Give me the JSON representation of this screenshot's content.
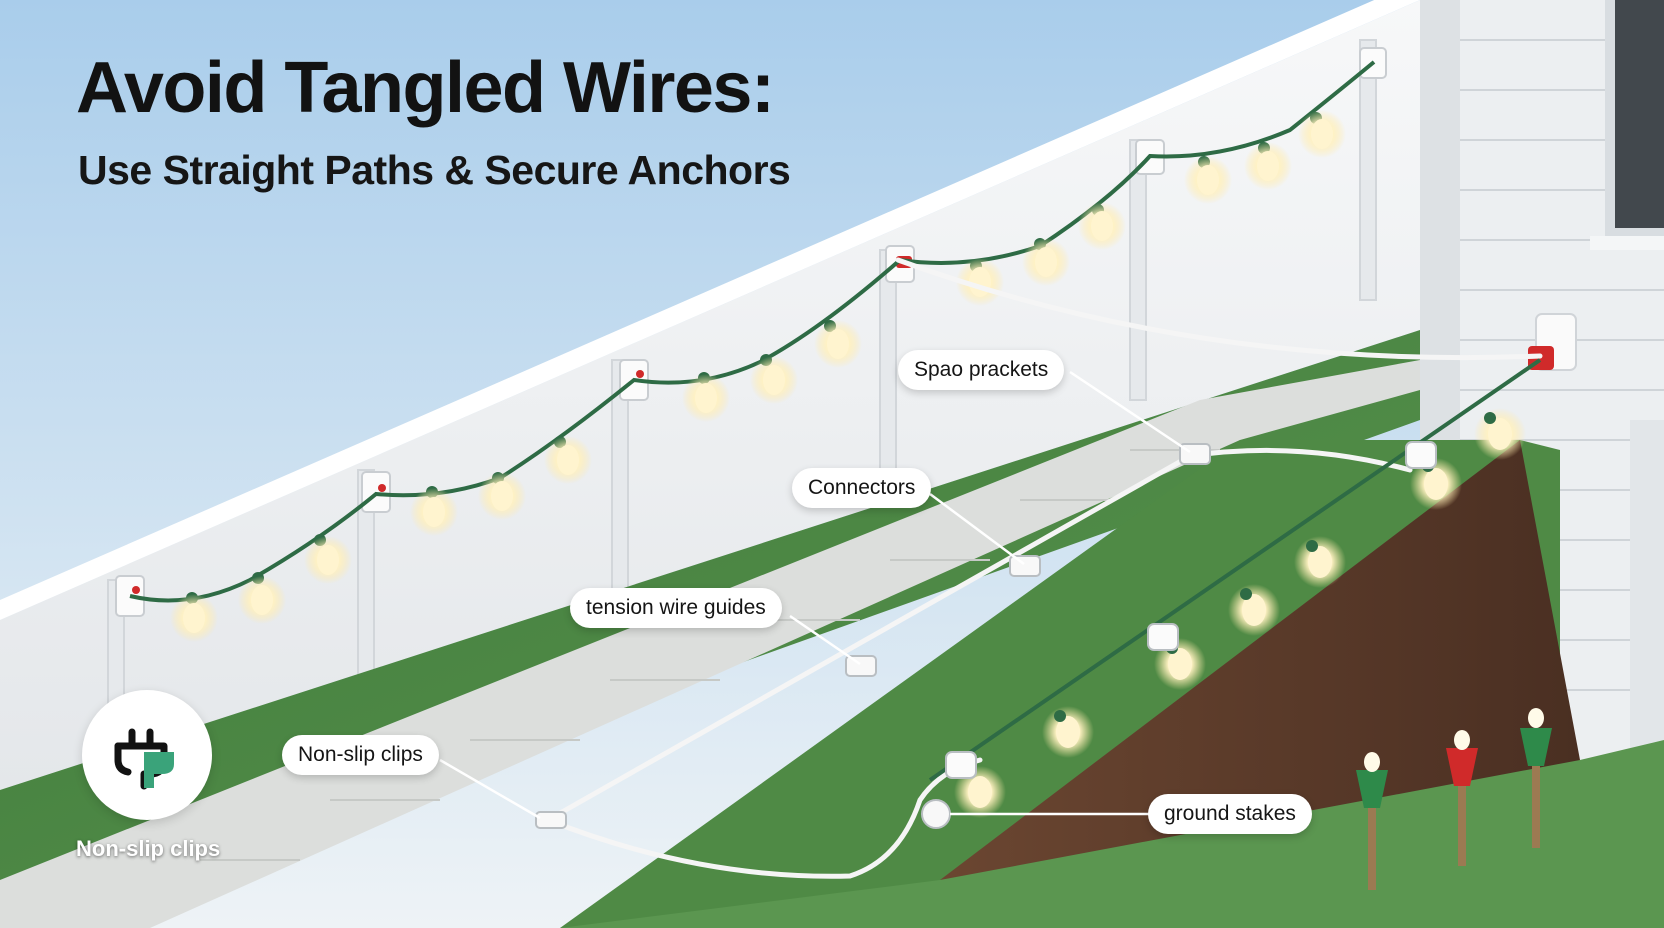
{
  "header": {
    "title": "Avoid Tangled Wires:",
    "subtitle": "Use Straight Paths & Secure Anchors"
  },
  "callouts": {
    "space_brackets": "Spao  prackets",
    "connectors": "Connectors",
    "tension_wire_guides": "tension wire guides",
    "non_slip_clips": "Non-slip clips",
    "ground_stakes": "ground stakes"
  },
  "badge": {
    "icon": "plug-icon",
    "label": "Non-slip clips"
  },
  "colors": {
    "sky_top": "#a9cdeb",
    "sky_bottom": "#eef3f6",
    "fence": "#f3f4f6",
    "grass": "#4f8a45",
    "path": "#dcdedc",
    "soil": "#5a3b2a",
    "wire_green": "#2e6b45",
    "bulb_glow": "#fff3c8",
    "accent_red": "#d02a2a",
    "badge_green": "#3aa37a"
  }
}
